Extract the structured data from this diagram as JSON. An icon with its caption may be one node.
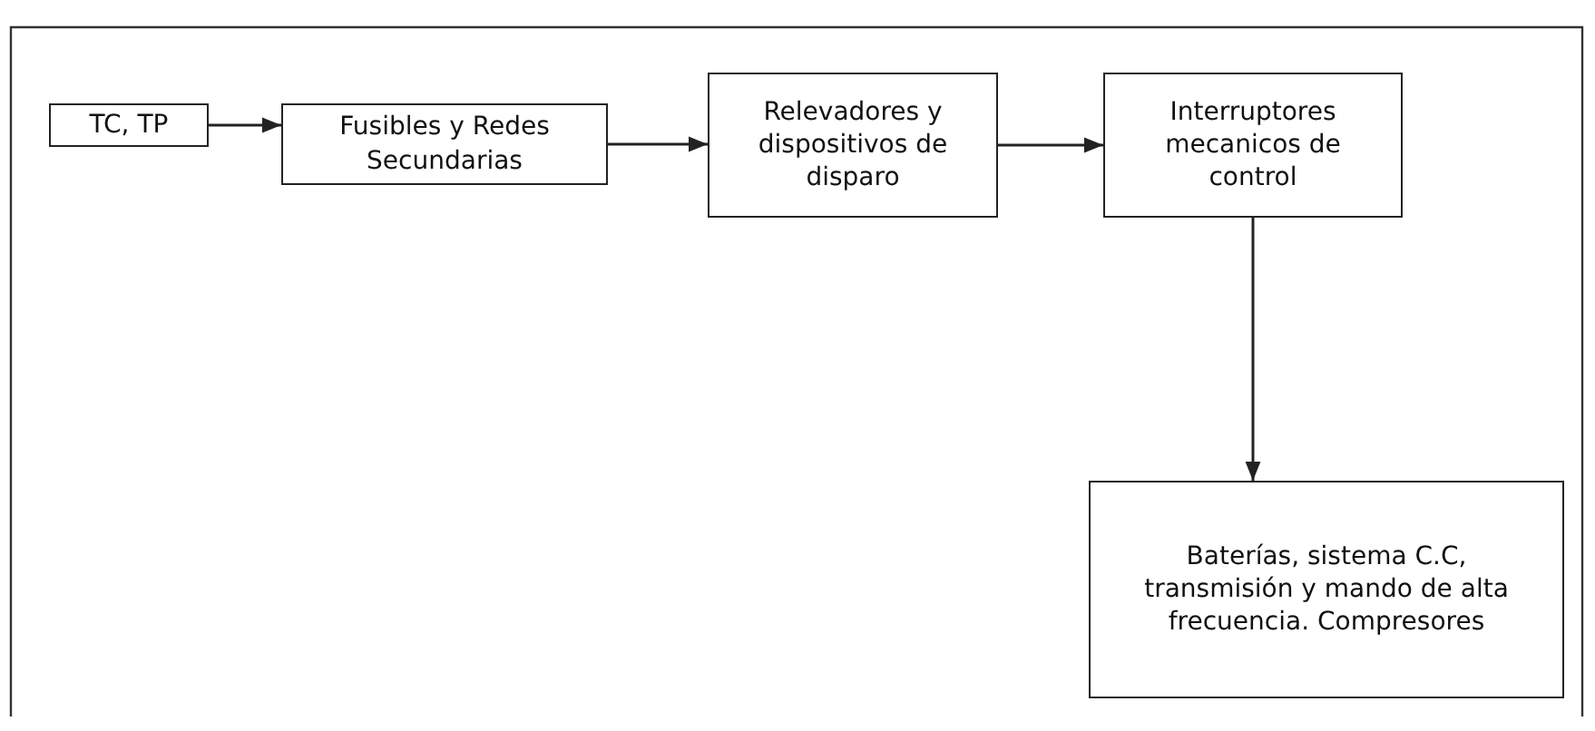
{
  "diagram": {
    "nodes": [
      {
        "text": [
          "TC, TP"
        ]
      },
      {
        "text": [
          "Fusibles y Redes Secundarias"
        ]
      },
      {
        "text": [
          "Relevadores y dispositivos de disparo"
        ]
      },
      {
        "text": [
          "Interruptores mecanicos de control"
        ]
      },
      {
        "text": [
          "Baterías, sistema C.C, transmisión y mando de alta frecuencia. Compresores"
        ]
      }
    ],
    "edges": [
      {
        "from": 0,
        "to": 1,
        "arrow": "to"
      },
      {
        "from": 1,
        "to": 2,
        "arrow": "to"
      },
      {
        "from": 2,
        "to": 3,
        "arrow": "to"
      },
      {
        "from": 3,
        "to": 4,
        "arrow": "to"
      }
    ]
  }
}
